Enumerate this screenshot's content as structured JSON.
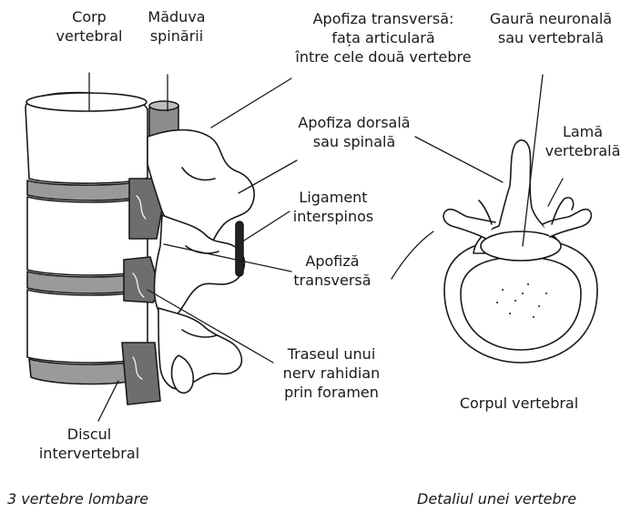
{
  "diagram": {
    "labels": {
      "corp_vertebral": [
        "Corp",
        "vertebral"
      ],
      "maduva_spinarii": [
        "Măduva",
        "spinării"
      ],
      "apofiza_transversa_top": [
        "Apofiza transversă:",
        "fața articulară",
        "între cele două vertebre"
      ],
      "gaura_neuronala": [
        "Gaură neuronală",
        "sau vertebrală"
      ],
      "apofiza_dorsala": [
        "Apofiza dorsală",
        "sau spinală"
      ],
      "lama_vertebrala": [
        "Lamă",
        "vertebrală"
      ],
      "ligament_interspinos": [
        "Ligament",
        "interspinos"
      ],
      "apofiza_transversa": [
        "Apofiză",
        "transversă"
      ],
      "traseul_nerv": [
        "Traseul unui",
        "nerv rahidian",
        "prin foramen"
      ],
      "corpul_vertebral": [
        "Corpul vertebral"
      ],
      "discul_intervertebral": [
        "Discul",
        "intervertebral"
      ]
    },
    "captions": {
      "left": "3 vertebre lombare",
      "right": "Detaliul unei vertebre"
    },
    "colors": {
      "ink": "#1a1a1a",
      "bone_fill": "#ffffff",
      "disc_fill": "#9a9a9a",
      "canal_fill": "#6e6e6e",
      "ligament_fill": "#222222"
    }
  }
}
